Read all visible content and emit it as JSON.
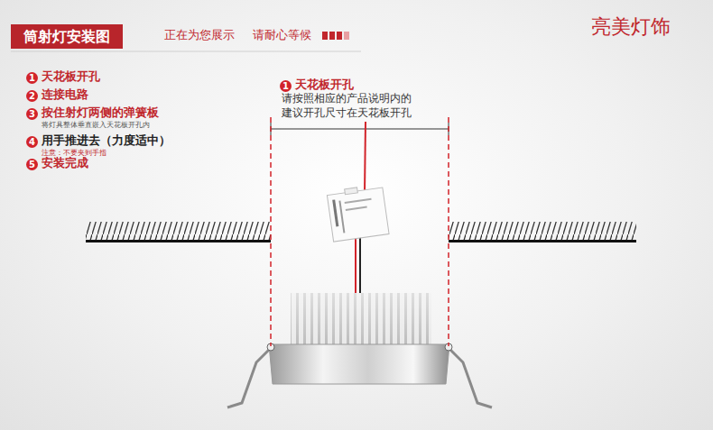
{
  "diagram": {
    "title": "筒射灯安装图",
    "labels": [
      "正在为您展示",
      "请耐心等候",
      "亮美灯饰",
      "1",
      "天花板开孔",
      "2",
      "连接电路",
      "3",
      "按住射灯两侧的弹簧板",
      "将灯具整体垂直嵌入天花板开孔内",
      "4",
      "用手推进去（力度适中）",
      "注意：不要夹到手指",
      "5",
      "安装完成",
      "1",
      "天花板开孔",
      "请按照相应的产品说明内的 建议开孔尺寸在天花板开孔"
    ]
  }
}
